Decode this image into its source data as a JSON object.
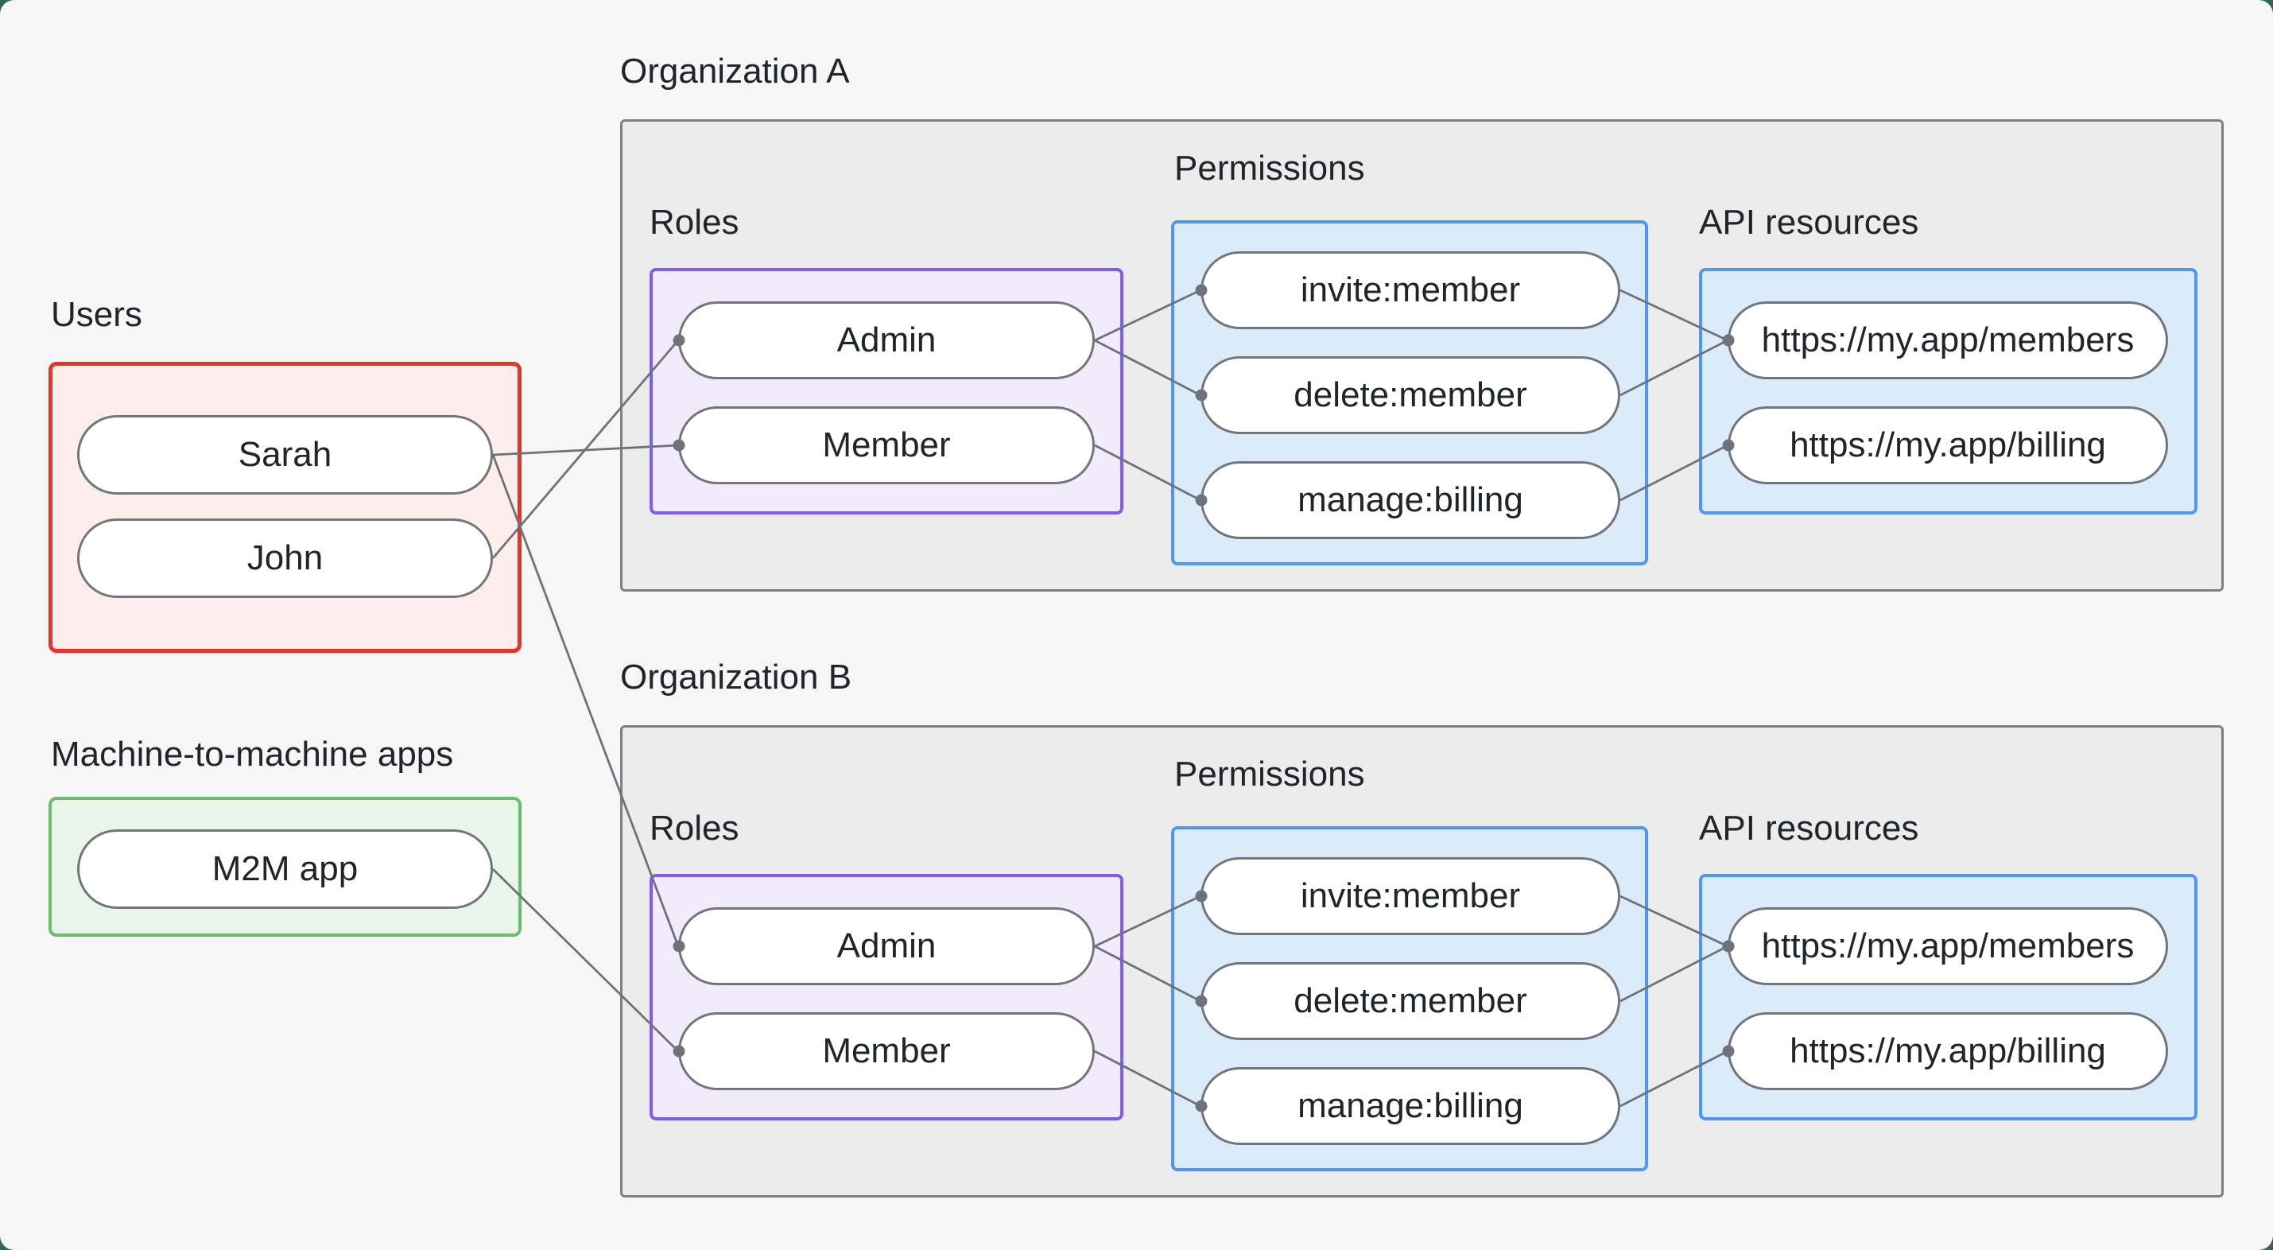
{
  "colors": {
    "page_background": "#f5f6f5",
    "corner_backdrop": "#2e6b4e",
    "users_border": "#e2362b",
    "users_fill": "#fdedeb",
    "m2m_border": "#6cbc6d",
    "m2m_fill": "#e9f5e9",
    "roles_border": "#7e5cf7",
    "roles_fill": "#f2ebfc",
    "blue_border": "#4f97f3",
    "blue_fill": "#dcebfa",
    "org_border": "#7b8084",
    "org_fill": "#ececec",
    "node_border": "#71767a",
    "connector": "#6e7377",
    "text": "#212529"
  },
  "users_group": {
    "label": "Users",
    "items": [
      {
        "id": "sarah",
        "label": "Sarah"
      },
      {
        "id": "john",
        "label": "John"
      }
    ]
  },
  "m2m_group": {
    "label": "Machine-to-machine apps",
    "items": [
      {
        "id": "m2m-app",
        "label": "M2M app"
      }
    ]
  },
  "organizations": [
    {
      "label": "Organization A",
      "roles": {
        "label": "Roles",
        "items": [
          {
            "id": "orgA-admin",
            "label": "Admin"
          },
          {
            "id": "orgA-member",
            "label": "Member"
          }
        ]
      },
      "permissions": {
        "label": "Permissions",
        "items": [
          {
            "id": "orgA-invite",
            "label": "invite:member"
          },
          {
            "id": "orgA-delete",
            "label": "delete:member"
          },
          {
            "id": "orgA-manage",
            "label": "manage:billing"
          }
        ]
      },
      "api_resources": {
        "label": "API resources",
        "items": [
          {
            "id": "orgA-members",
            "label": "https://my.app/members"
          },
          {
            "id": "orgA-billing",
            "label": "https://my.app/billing"
          }
        ]
      }
    },
    {
      "label": "Organization B",
      "roles": {
        "label": "Roles",
        "items": [
          {
            "id": "orgB-admin",
            "label": "Admin"
          },
          {
            "id": "orgB-member",
            "label": "Member"
          }
        ]
      },
      "permissions": {
        "label": "Permissions",
        "items": [
          {
            "id": "orgB-invite",
            "label": "invite:member"
          },
          {
            "id": "orgB-delete",
            "label": "delete:member"
          },
          {
            "id": "orgB-manage",
            "label": "manage:billing"
          }
        ]
      },
      "api_resources": {
        "label": "API resources",
        "items": [
          {
            "id": "orgB-members",
            "label": "https://my.app/members"
          },
          {
            "id": "orgB-billing",
            "label": "https://my.app/billing"
          }
        ]
      }
    }
  ],
  "connections": [
    {
      "from": "sarah",
      "to": "orgA-member"
    },
    {
      "from": "john",
      "to": "orgA-admin"
    },
    {
      "from": "sarah",
      "to": "orgB-admin"
    },
    {
      "from": "m2m-app",
      "to": "orgB-member"
    },
    {
      "from": "orgA-admin",
      "to": "orgA-invite"
    },
    {
      "from": "orgA-admin",
      "to": "orgA-delete"
    },
    {
      "from": "orgA-member",
      "to": "orgA-manage"
    },
    {
      "from": "orgA-invite",
      "to": "orgA-members"
    },
    {
      "from": "orgA-delete",
      "to": "orgA-members"
    },
    {
      "from": "orgA-manage",
      "to": "orgA-billing"
    },
    {
      "from": "orgB-admin",
      "to": "orgB-invite"
    },
    {
      "from": "orgB-admin",
      "to": "orgB-delete"
    },
    {
      "from": "orgB-member",
      "to": "orgB-manage"
    },
    {
      "from": "orgB-invite",
      "to": "orgB-members"
    },
    {
      "from": "orgB-delete",
      "to": "orgB-members"
    },
    {
      "from": "orgB-manage",
      "to": "orgB-billing"
    }
  ]
}
